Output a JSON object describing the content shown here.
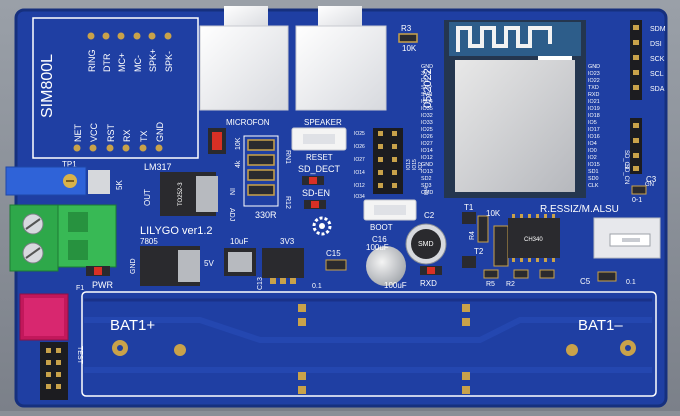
{
  "board": {
    "module_name": "SIM800L",
    "sim_top_pins": [
      "RING",
      "DTR",
      "MC+",
      "MC-",
      "SPK+",
      "SPK-"
    ],
    "sim_bottom_pins": [
      "NET",
      "VCC",
      "RST",
      "RX",
      "TX",
      "GND"
    ],
    "r3": "R3",
    "r3_value": "10K",
    "date": "05/2022",
    "microfon": "MICROFON",
    "speaker": "SPEAKER",
    "reset": "RESET",
    "tp1": "TP1",
    "pot_value": "5K",
    "lm317": "LM317",
    "lm_out": "OUT",
    "lm_in": "IN",
    "lm_adj": "ADJ",
    "res_4k": "4k",
    "res_10k": "10K",
    "r330": "330R",
    "rn1": "RN1",
    "r12": "R12",
    "sd_dect": "SD_DECT",
    "sd_en": "SD-EN",
    "boot": "BOOT",
    "c2": "C2",
    "t1": "T1",
    "r4": "R4",
    "t2": "T2",
    "res_10k_b": "10K",
    "ressiz": "R.ESSIZ/M.ALSU",
    "lilygo": "LILYGO ver1.2",
    "reg_7805": "7805",
    "reg_to252": "TO252-3",
    "v5": "5V",
    "c10uf": "10uF",
    "v3v3": "3V3",
    "c16": "C16",
    "c100uf": "100uF",
    "smd_cap": "SMD",
    "c100uf_b": "100uF",
    "c15": "C15",
    "c13": "C13",
    "c01": "0.1",
    "gnd": "GND",
    "pwr": "PWR",
    "f1": "F1",
    "rxd": "RXD",
    "r5": "R5",
    "r2": "R2",
    "c5": "C5",
    "c3": "C3",
    "c01_b": "0.1",
    "c01_c": "0-1",
    "bat_plus": "BAT1+",
    "bat_minus": "BAT1–",
    "test": "TEST",
    "sd_ct": "SD_CT",
    "sd_cn": "SD_CN",
    "gn": "GN",
    "ic_label": "CH340",
    "right_header": [
      "SDM",
      "DSI",
      "SCK",
      "SCL",
      "SDA"
    ],
    "esp_left_pins": [
      "GND",
      "3V3",
      "EN",
      "SVP",
      "SVN",
      "IO34",
      "IO35",
      "IO32",
      "IO33",
      "IO25",
      "IO26",
      "IO27",
      "IO14",
      "IO12",
      "GND",
      "IO13",
      "SD2",
      "SD3",
      "CMD"
    ],
    "esp_right_pins": [
      "GND",
      "IO23",
      "IO22",
      "TXD",
      "RXD",
      "IO21",
      "IO19",
      "IO18",
      "IO5",
      "IO17",
      "IO16",
      "IO4",
      "IO0",
      "IO2",
      "IO15",
      "SD1",
      "SD0",
      "CLK"
    ],
    "sd_slot_pins": [
      "IO25",
      "IO26",
      "IO27",
      "IO14",
      "IO12",
      "IO13",
      "IO15",
      "IO2",
      "IO4",
      "IO34"
    ],
    "colors": {
      "pcb": "#1f3fa3",
      "pcb_dark": "#1a3289",
      "silk": "#ffffff",
      "pad": "#c9a24a",
      "chip": "#2a2a2e",
      "led_red": "#d93025",
      "header_red": "#c2185b",
      "terminal_green": "#2ea84a",
      "pot_blue": "#2f63d8"
    }
  }
}
